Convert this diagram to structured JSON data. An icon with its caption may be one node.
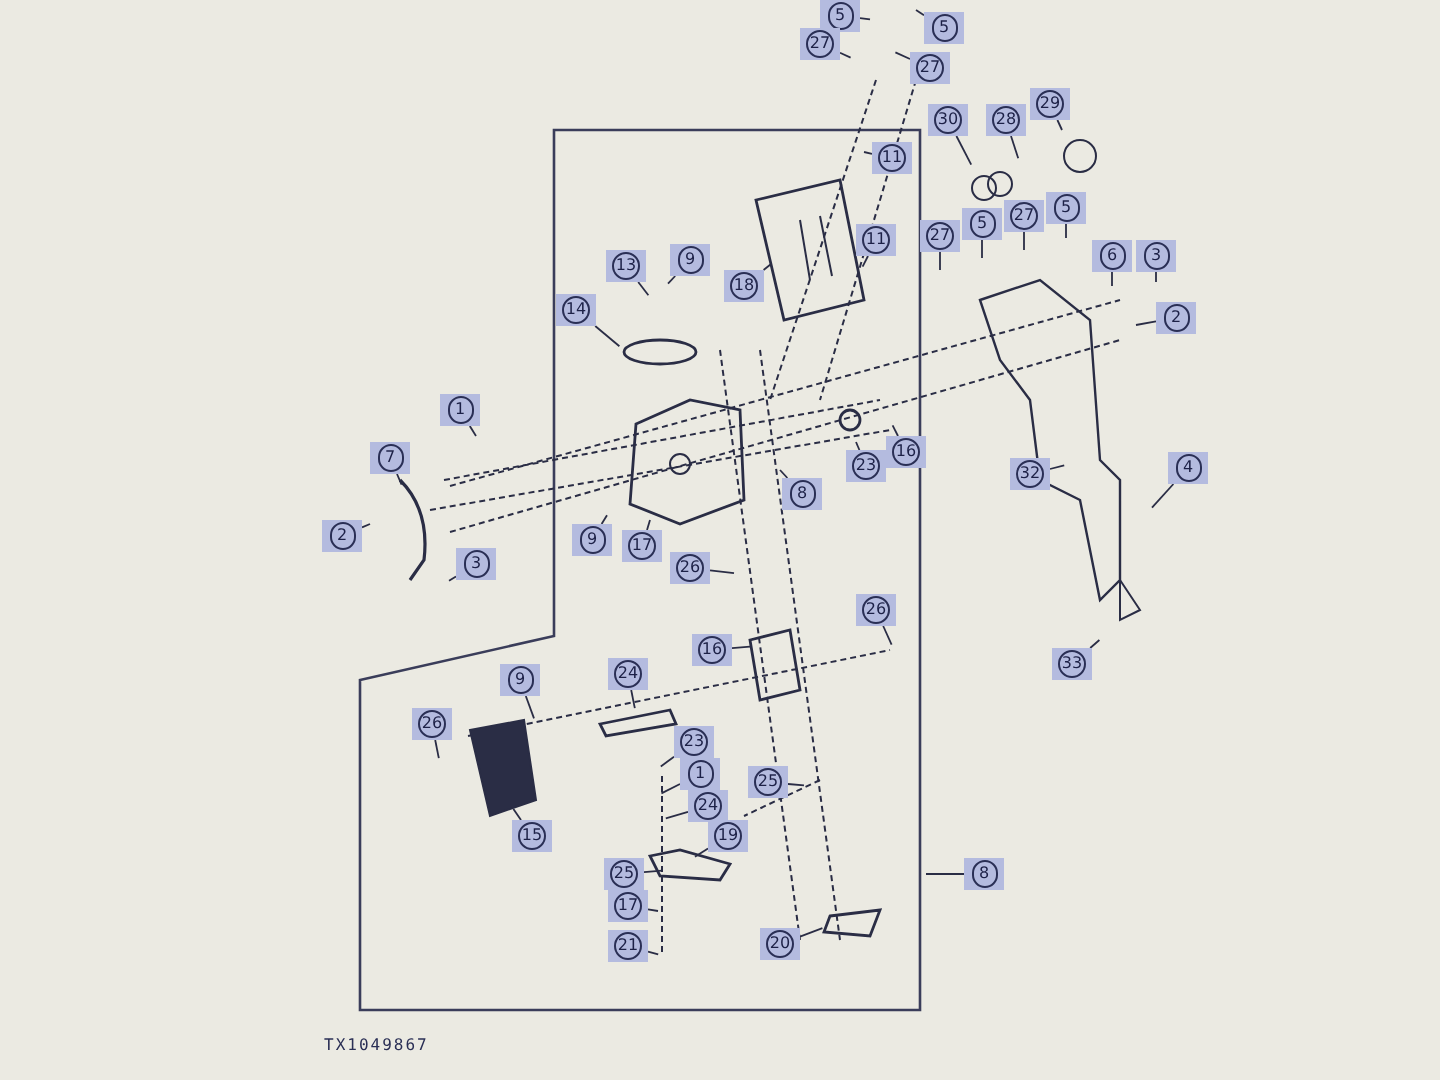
{
  "diagram": {
    "nodes": [
      {
        "text": [
          "5"
        ]
      },
      {
        "text": [
          "27"
        ]
      },
      {
        "text": [
          "5"
        ]
      },
      {
        "text": [
          "27"
        ]
      },
      {
        "text": [
          "11"
        ]
      },
      {
        "text": [
          "30"
        ]
      },
      {
        "text": [
          "28"
        ]
      },
      {
        "text": [
          "29"
        ]
      },
      {
        "text": [
          "11"
        ]
      },
      {
        "text": [
          "18"
        ]
      },
      {
        "text": [
          "27"
        ]
      },
      {
        "text": [
          "5"
        ]
      },
      {
        "text": [
          "27"
        ]
      },
      {
        "text": [
          "5"
        ]
      },
      {
        "text": [
          "6"
        ]
      },
      {
        "text": [
          "3"
        ]
      },
      {
        "text": [
          "13"
        ]
      },
      {
        "text": [
          "9"
        ]
      },
      {
        "text": [
          "14"
        ]
      },
      {
        "text": [
          "2"
        ]
      },
      {
        "text": [
          "1"
        ]
      },
      {
        "text": [
          "7"
        ]
      },
      {
        "text": [
          "2"
        ]
      },
      {
        "text": [
          "3"
        ]
      },
      {
        "text": [
          "23"
        ]
      },
      {
        "text": [
          "16"
        ]
      },
      {
        "text": [
          "8"
        ]
      },
      {
        "text": [
          "9"
        ]
      },
      {
        "text": [
          "17"
        ]
      },
      {
        "text": [
          "26"
        ]
      },
      {
        "text": [
          "26"
        ]
      },
      {
        "text": [
          "32"
        ]
      },
      {
        "text": [
          "4"
        ]
      },
      {
        "text": [
          "33"
        ]
      },
      {
        "text": [
          "16"
        ]
      },
      {
        "text": [
          "24"
        ]
      },
      {
        "text": [
          "9"
        ]
      },
      {
        "text": [
          "26"
        ]
      },
      {
        "text": [
          "15"
        ]
      },
      {
        "text": [
          "23"
        ]
      },
      {
        "text": [
          "1"
        ]
      },
      {
        "text": [
          "24"
        ]
      },
      {
        "text": [
          "19"
        ]
      },
      {
        "text": [
          "25"
        ]
      },
      {
        "text": [
          "25"
        ]
      },
      {
        "text": [
          "17"
        ]
      },
      {
        "text": [
          "21"
        ]
      },
      {
        "text": [
          "20"
        ]
      },
      {
        "text": [
          "8"
        ]
      }
    ],
    "edges": [
      {
        "from": 0,
        "to": null,
        "arrow": "none"
      },
      {
        "from": 1,
        "to": null,
        "arrow": "none"
      },
      {
        "from": 2,
        "to": null,
        "arrow": "none"
      },
      {
        "from": 3,
        "to": null,
        "arrow": "none"
      },
      {
        "from": 4,
        "to": null,
        "arrow": "none"
      },
      {
        "from": 5,
        "to": null,
        "arrow": "none"
      },
      {
        "from": 6,
        "to": null,
        "arrow": "none"
      },
      {
        "from": 7,
        "to": null,
        "arrow": "none"
      },
      {
        "from": 8,
        "to": null,
        "arrow": "none"
      },
      {
        "from": 9,
        "to": null,
        "arrow": "none"
      },
      {
        "from": 10,
        "to": null,
        "arrow": "none"
      },
      {
        "from": 11,
        "to": null,
        "arrow": "none"
      },
      {
        "from": 12,
        "to": null,
        "arrow": "none"
      },
      {
        "from": 13,
        "to": null,
        "arrow": "none"
      },
      {
        "from": 14,
        "to": null,
        "arrow": "none"
      },
      {
        "from": 15,
        "to": null,
        "arrow": "none"
      },
      {
        "from": 16,
        "to": null,
        "arrow": "none"
      },
      {
        "from": 17,
        "to": null,
        "arrow": "none"
      },
      {
        "from": 18,
        "to": null,
        "arrow": "none"
      },
      {
        "from": 19,
        "to": null,
        "arrow": "none"
      },
      {
        "from": 20,
        "to": null,
        "arrow": "none"
      },
      {
        "from": 21,
        "to": null,
        "arrow": "none"
      },
      {
        "from": 22,
        "to": null,
        "arrow": "none"
      },
      {
        "from": 23,
        "to": null,
        "arrow": "none"
      },
      {
        "from": 24,
        "to": null,
        "arrow": "none"
      },
      {
        "from": 25,
        "to": null,
        "arrow": "none"
      },
      {
        "from": 26,
        "to": null,
        "arrow": "none"
      },
      {
        "from": 27,
        "to": null,
        "arrow": "none"
      },
      {
        "from": 28,
        "to": null,
        "arrow": "none"
      },
      {
        "from": 29,
        "to": null,
        "arrow": "none"
      },
      {
        "from": 30,
        "to": null,
        "arrow": "none"
      },
      {
        "from": 31,
        "to": null,
        "arrow": "none"
      },
      {
        "from": 32,
        "to": null,
        "arrow": "none"
      },
      {
        "from": 33,
        "to": null,
        "arrow": "none"
      },
      {
        "from": 34,
        "to": null,
        "arrow": "none"
      },
      {
        "from": 35,
        "to": null,
        "arrow": "none"
      },
      {
        "from": 36,
        "to": null,
        "arrow": "none"
      },
      {
        "from": 37,
        "to": null,
        "arrow": "none"
      },
      {
        "from": 38,
        "to": null,
        "arrow": "none"
      },
      {
        "from": 39,
        "to": null,
        "arrow": "none"
      },
      {
        "from": 40,
        "to": null,
        "arrow": "none"
      },
      {
        "from": 41,
        "to": null,
        "arrow": "none"
      },
      {
        "from": 42,
        "to": null,
        "arrow": "none"
      },
      {
        "from": 43,
        "to": null,
        "arrow": "none"
      },
      {
        "from": 44,
        "to": null,
        "arrow": "none"
      },
      {
        "from": 45,
        "to": null,
        "arrow": "none"
      },
      {
        "from": 46,
        "to": null,
        "arrow": "none"
      },
      {
        "from": 47,
        "to": null,
        "arrow": "none"
      },
      {
        "from": 48,
        "to": null,
        "arrow": "none"
      }
    ],
    "labels": [
      "TX1049867"
    ]
  }
}
